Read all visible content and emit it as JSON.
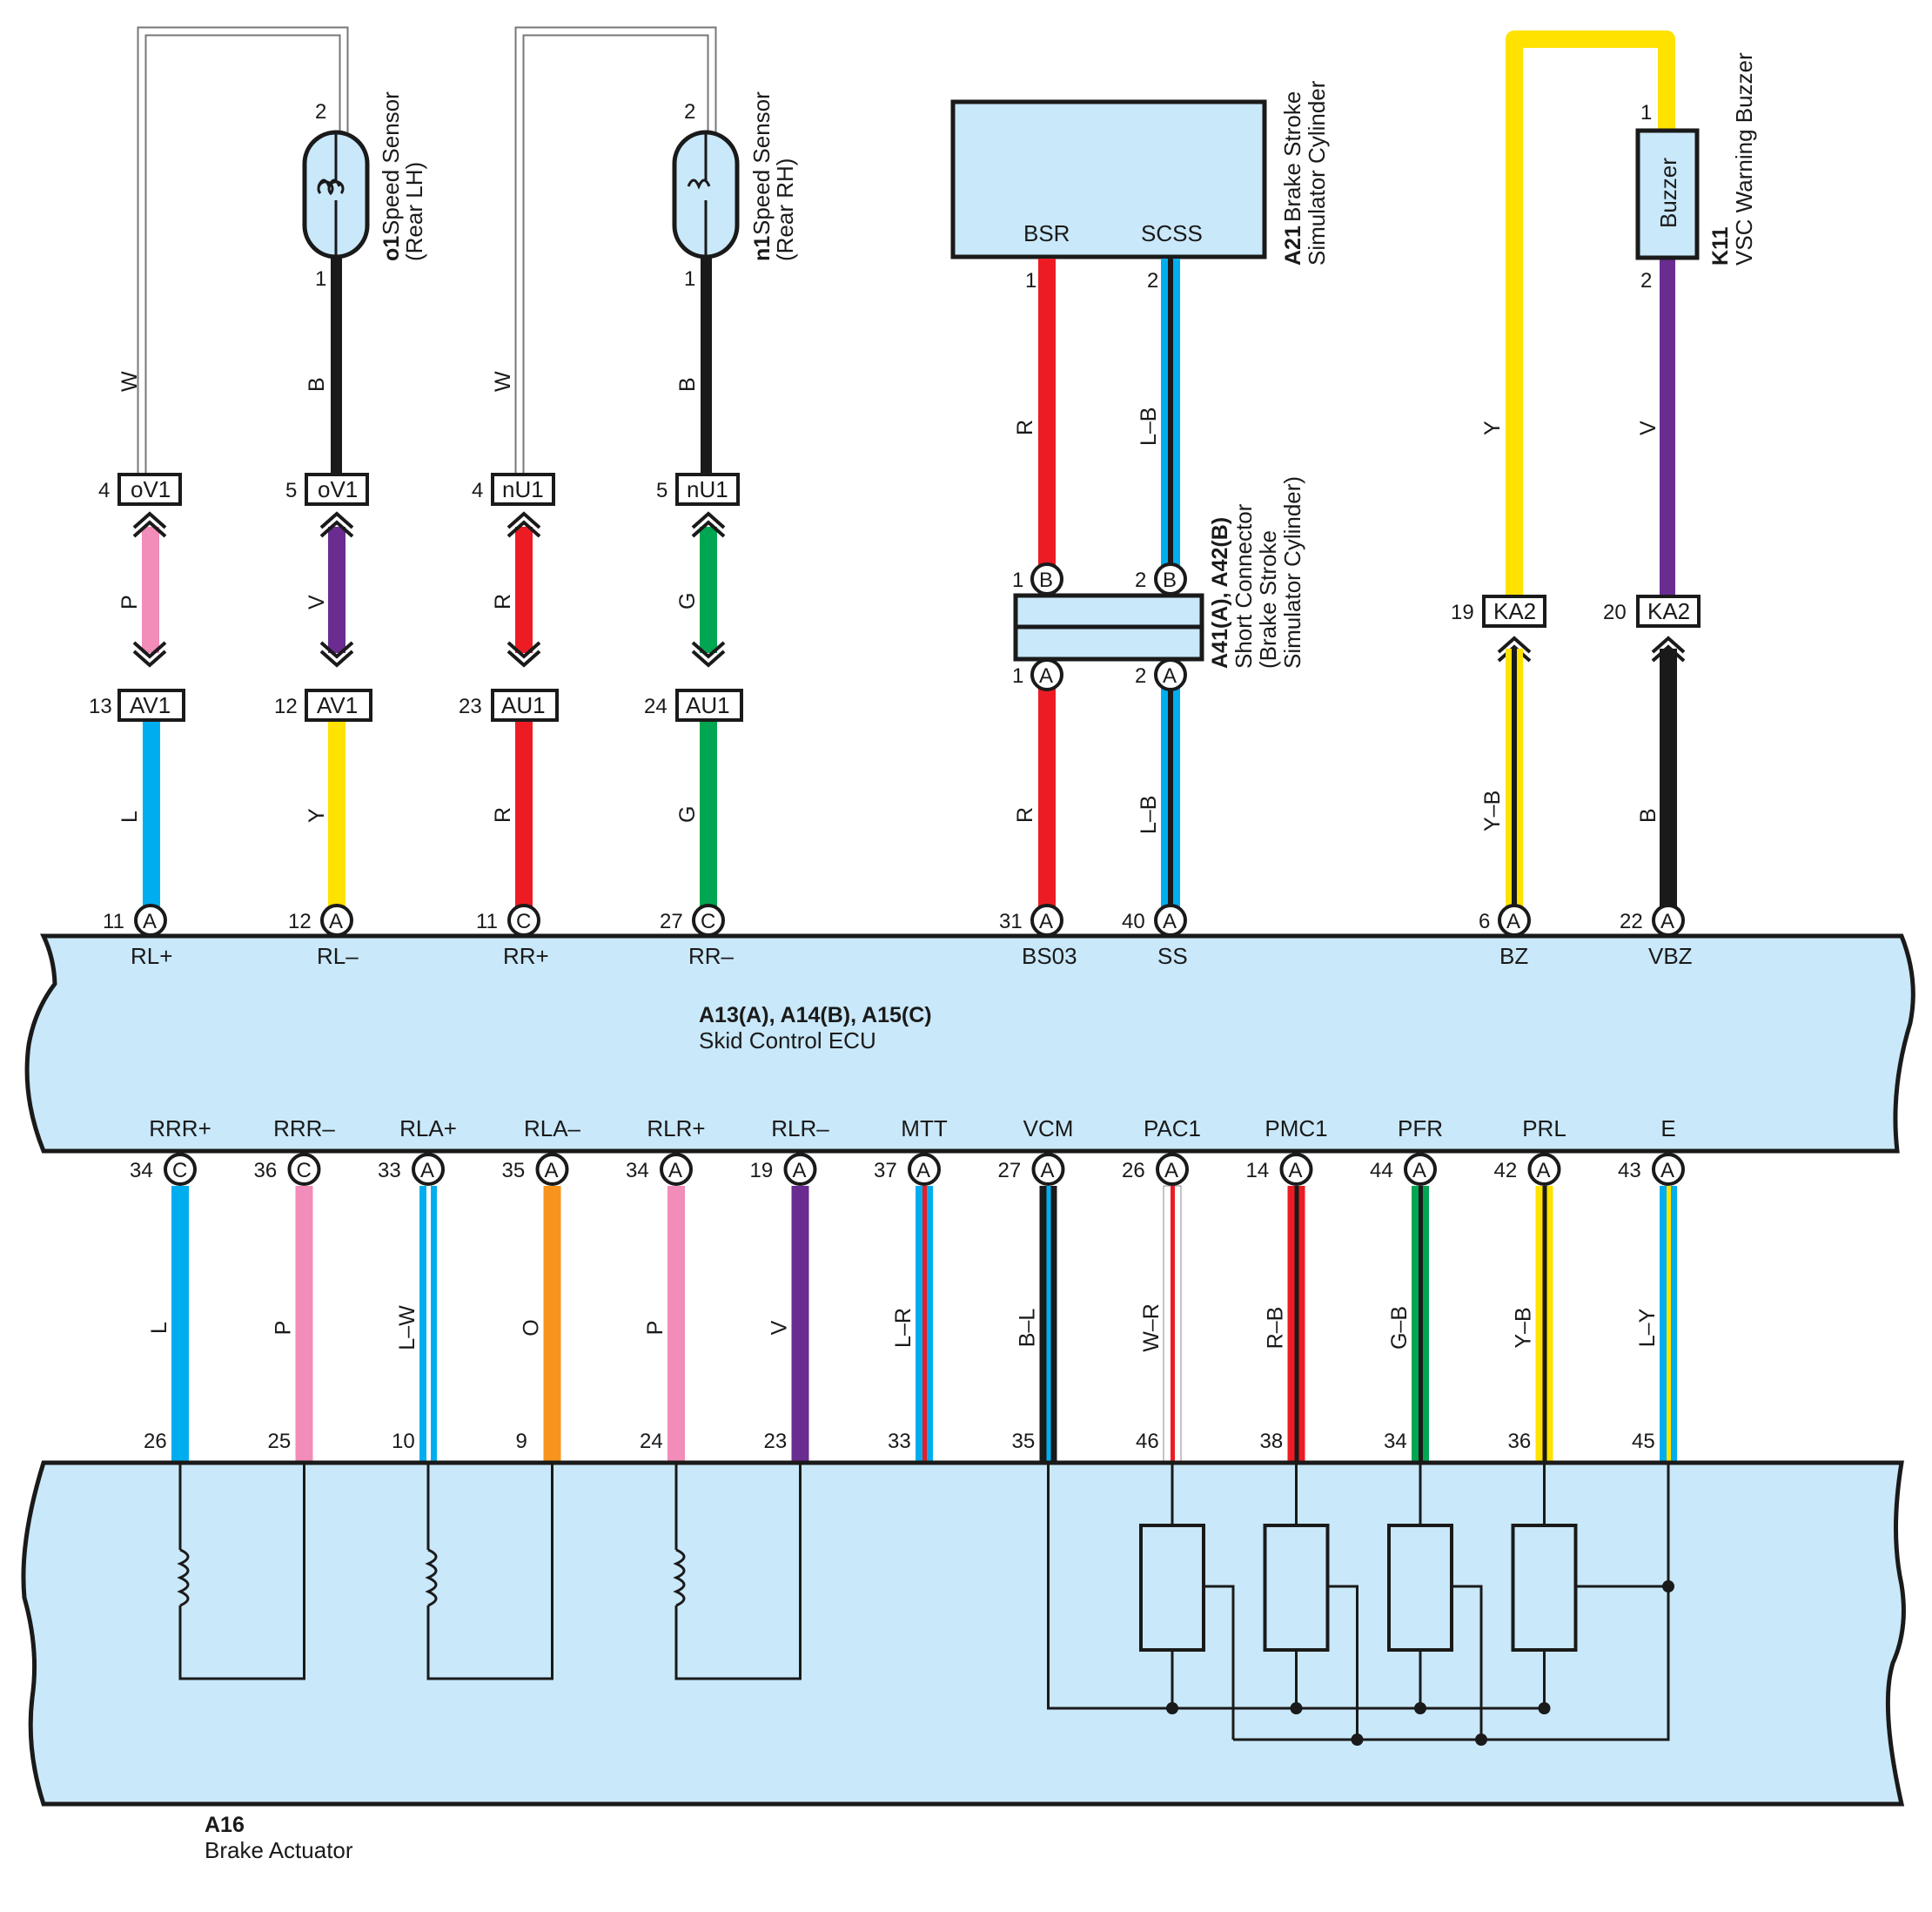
{
  "colors": {
    "L": "#00aeef",
    "P": "#f28cb8",
    "V": "#6a2c91",
    "R": "#ed1c24",
    "G": "#00a651",
    "Y": "#ffe200",
    "B": "#1a1a1a",
    "W": "#ffffff",
    "O": "#f7941d",
    "fill": "#c9e8f9",
    "stroke": "#1a1a1a",
    "thin": "#777777"
  },
  "speed_sensors": [
    {
      "id": "o1",
      "name_line1": "Speed Sensor",
      "name_line2": "(Rear LH)",
      "pin_top": "2",
      "pin_bottom": "1",
      "left": {
        "wire_top": "W",
        "conn_pin": "4",
        "conn": "oV1",
        "mid_wire": "P",
        "lower_pin": "13",
        "lower_conn": "AV1",
        "ecu_wire": "L",
        "ecu_pin": "11",
        "ecu_letter": "A",
        "signal": "RL+"
      },
      "right": {
        "wire_top": "B",
        "conn_pin": "5",
        "conn": "oV1",
        "mid_wire": "V",
        "lower_pin": "12",
        "lower_conn": "AV1",
        "ecu_wire": "Y",
        "ecu_pin": "12",
        "ecu_letter": "A",
        "signal": "RL–"
      }
    },
    {
      "id": "n1",
      "name_line1": "Speed Sensor",
      "name_line2": "(Rear RH)",
      "pin_top": "2",
      "pin_bottom": "1",
      "left": {
        "wire_top": "W",
        "conn_pin": "4",
        "conn": "nU1",
        "mid_wire": "R",
        "lower_pin": "23",
        "lower_conn": "AU1",
        "ecu_wire": "R",
        "ecu_pin": "11",
        "ecu_letter": "C",
        "signal": "RR+"
      },
      "right": {
        "wire_top": "B",
        "conn_pin": "5",
        "conn": "nU1",
        "mid_wire": "G",
        "lower_pin": "24",
        "lower_conn": "AU1",
        "ecu_wire": "G",
        "ecu_pin": "27",
        "ecu_letter": "C",
        "signal": "RR–"
      }
    }
  ],
  "a21": {
    "id": "A21",
    "name_line1": "Brake Stroke",
    "name_line2": "Simulator Cylinder",
    "term1": "BSR",
    "term2": "SCSS",
    "pin1": "1",
    "pin2": "2",
    "wire1": "R",
    "wire2": "L–B"
  },
  "short_connector": {
    "id": "A41(A), A42(B)",
    "name_line1": "Short Connector",
    "name_line2": "(Brake Stroke",
    "name_line3": "Simulator Cylinder)",
    "b_pin1": "1",
    "b_pin2": "2",
    "b_letter": "B",
    "a_pin1": "1",
    "a_pin2": "2",
    "a_letter": "A",
    "wire1": "R",
    "wire2": "L–B",
    "ecu_pin1": "31",
    "ecu_pin2": "40",
    "ecu_letter": "A",
    "signal1": "BS03",
    "signal2": "SS"
  },
  "buzzer": {
    "id": "K11",
    "name": "VSC Warning Buzzer",
    "box_label": "Buzzer",
    "pin1": "1",
    "pin2": "2",
    "wire_left": "Y",
    "wire_right": "V",
    "conn_left_pin": "19",
    "conn_right_pin": "20",
    "conn": "KA2",
    "lower_left": "Y–B",
    "lower_right": "B",
    "ecu_left_pin": "6",
    "ecu_right_pin": "22",
    "ecu_letter": "A",
    "signal_left": "BZ",
    "signal_right": "VBZ"
  },
  "ecu": {
    "id": "A13(A), A14(B), A15(C)",
    "name": "Skid Control ECU"
  },
  "lower_signals": [
    {
      "name": "RRR+",
      "ecu_pin": "34",
      "letter": "C",
      "wire": "L",
      "act_pin": "26"
    },
    {
      "name": "RRR–",
      "ecu_pin": "36",
      "letter": "C",
      "wire": "P",
      "act_pin": "25"
    },
    {
      "name": "RLA+",
      "ecu_pin": "33",
      "letter": "A",
      "wire": "L–W",
      "act_pin": "10"
    },
    {
      "name": "RLA–",
      "ecu_pin": "35",
      "letter": "A",
      "wire": "O",
      "act_pin": "9"
    },
    {
      "name": "RLR+",
      "ecu_pin": "34",
      "letter": "A",
      "wire": "P",
      "act_pin": "24"
    },
    {
      "name": "RLR–",
      "ecu_pin": "19",
      "letter": "A",
      "wire": "V",
      "act_pin": "23"
    },
    {
      "name": "MTT",
      "ecu_pin": "37",
      "letter": "A",
      "wire": "L–R",
      "act_pin": "33"
    },
    {
      "name": "VCM",
      "ecu_pin": "27",
      "letter": "A",
      "wire": "B–L",
      "act_pin": "35"
    },
    {
      "name": "PAC1",
      "ecu_pin": "26",
      "letter": "A",
      "wire": "W–R",
      "act_pin": "46"
    },
    {
      "name": "PMC1",
      "ecu_pin": "14",
      "letter": "A",
      "wire": "R–B",
      "act_pin": "38"
    },
    {
      "name": "PFR",
      "ecu_pin": "44",
      "letter": "A",
      "wire": "G–B",
      "act_pin": "34"
    },
    {
      "name": "PRL",
      "ecu_pin": "42",
      "letter": "A",
      "wire": "Y–B",
      "act_pin": "36"
    },
    {
      "name": "E",
      "ecu_pin": "43",
      "letter": "A",
      "wire": "L–Y",
      "act_pin": "45"
    }
  ],
  "actuator": {
    "id": "A16",
    "name": "Brake Actuator"
  }
}
